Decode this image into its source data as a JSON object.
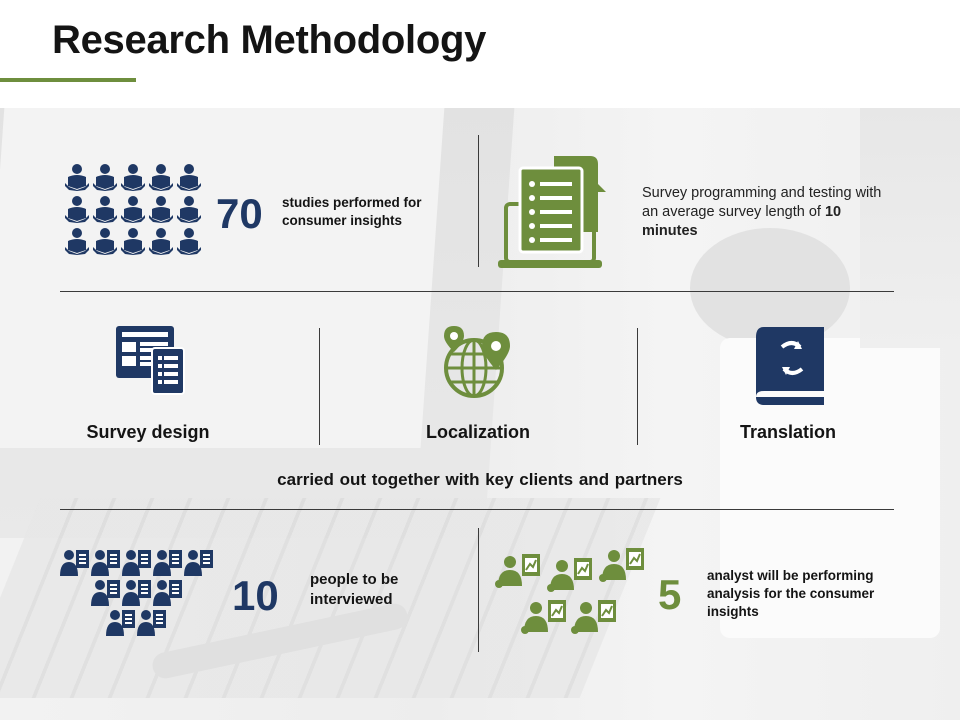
{
  "title": "Research Methodology",
  "colors": {
    "navy": "#1f3864",
    "green": "#6e8e3d",
    "text": "#141414"
  },
  "studies": {
    "number": "70",
    "text": "studies performed for consumer insights",
    "icon": "reading-person-icon"
  },
  "survey_programming": {
    "text_prefix": "Survey programming and testing with an average survey length of ",
    "text_emphasis": "10 minutes",
    "icon": "document-laptop-icon"
  },
  "steps": [
    {
      "label": "Survey design",
      "icon": "survey-design-icon"
    },
    {
      "label": "Localization",
      "icon": "globe-pin-icon"
    },
    {
      "label": "Translation",
      "icon": "translation-book-icon"
    }
  ],
  "caption": "carried out together with key clients and partners",
  "interviews": {
    "number": "10",
    "text": "people to be interviewed",
    "icon": "interviewer-icon"
  },
  "analysts": {
    "number": "5",
    "text": "analyst will be performing analysis for the consumer insights",
    "icon": "analyst-icon"
  }
}
